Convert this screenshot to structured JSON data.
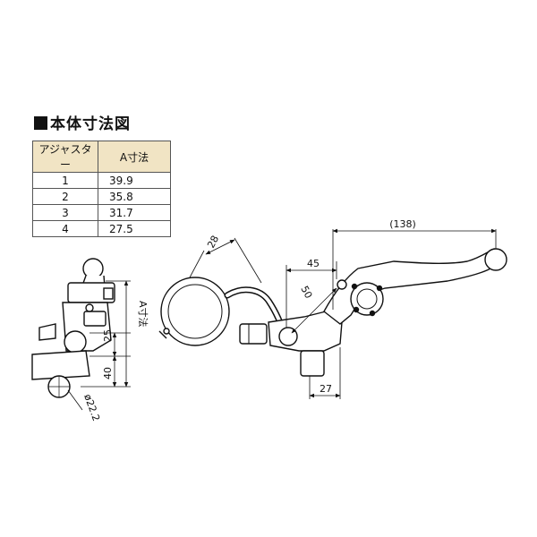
{
  "heading": "本体寸法図",
  "table": {
    "headers": [
      "アジャスター",
      "A寸法"
    ],
    "rows": [
      {
        "adjuster": "1",
        "a": "39.9"
      },
      {
        "adjuster": "2",
        "a": "35.8"
      },
      {
        "adjuster": "3",
        "a": "31.7"
      },
      {
        "adjuster": "4",
        "a": "27.5"
      }
    ]
  },
  "dimensions": {
    "overall": "(138)",
    "d28": "28",
    "d45": "45",
    "d50": "50",
    "d27": "27",
    "a_label": "A寸法",
    "d25": "25",
    "d40": "40",
    "bar_dia": "ø22.2"
  }
}
